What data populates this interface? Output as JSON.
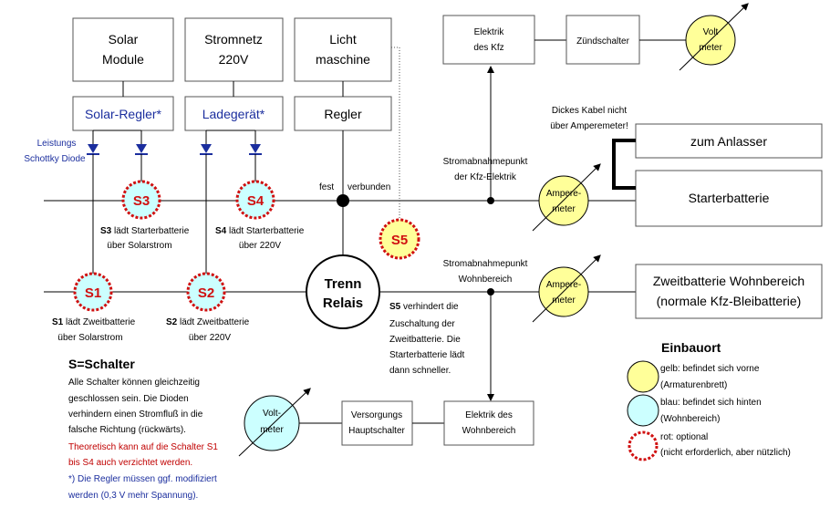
{
  "sources": {
    "solar": [
      "Solar",
      "Module"
    ],
    "mains": [
      "Stromnetz",
      "220V"
    ],
    "alternator": [
      "Licht",
      "maschine"
    ]
  },
  "regulators": {
    "solar": "Solar-Regler*",
    "charger": "Ladegerät*",
    "alternator": "Regler"
  },
  "diode_label": [
    "Leistungs",
    "Schottky Diode"
  ],
  "switches": {
    "s1": "S1",
    "s2": "S2",
    "s3": "S3",
    "s4": "S4",
    "s5": "S5"
  },
  "switch_desc": {
    "s3": {
      "bold": "S3",
      "rest": " lädt Starterbatterie",
      "line2": "über Solarstrom"
    },
    "s4": {
      "bold": "S4",
      "rest": " lädt Starterbatterie",
      "line2": "über 220V"
    },
    "s1": {
      "bold": "S1",
      "rest": " lädt Zweitbatterie",
      "line2": "über Solarstrom"
    },
    "s2": {
      "bold": "S2",
      "rest": " lädt Zweitbatterie",
      "line2": "über 220V"
    },
    "s5": {
      "bold": "S5",
      "rest": " verhindert die",
      "lines": [
        "Zuschaltung der",
        "Zweitbatterie. Die",
        "Starterbatterie lädt",
        "dann schneller."
      ]
    }
  },
  "junction": {
    "left": "fest",
    "right": "verbunden"
  },
  "relay": [
    "Trenn",
    "Relais"
  ],
  "tap_points": {
    "kfz": [
      "Stromabnahmepunkt",
      "der Kfz-Elektrik"
    ],
    "wohn": [
      "Stromabnahmepunkt",
      "Wohnbereich"
    ]
  },
  "top_right": {
    "kfz_elec": [
      "Elektrik",
      "des Kfz"
    ],
    "ignition": "Zündschalter",
    "voltmeter": [
      "Volt",
      "meter"
    ]
  },
  "cable_note": [
    "Dickes Kabel nicht",
    "über Amperemeter!"
  ],
  "ammeter": [
    "Ampere-",
    "meter"
  ],
  "starter_box": "zum Anlasser",
  "starter_battery": "Starterbatterie",
  "second_battery": [
    "Zweitbatterie Wohnbereich",
    "(normale Kfz-Bleibatterie)"
  ],
  "bottom": {
    "voltmeter": [
      "Volt-",
      "meter"
    ],
    "main_switch": [
      "Versorgungs",
      "Hauptschalter"
    ],
    "living_elec": [
      "Elektrik des",
      "Wohnbereich"
    ]
  },
  "notes": {
    "title": "S=Schalter",
    "black": [
      "Alle Schalter können gleichzeitig",
      "geschlossen sein. Die Dioden",
      "verhindern einen Stromfluß in die",
      "falsche Richtung (rückwärts)."
    ],
    "red": [
      "Theoretisch kann auf die Schalter S1",
      "bis S4 auch verzichtet werden."
    ],
    "blue": [
      "*) Die Regler müssen ggf. modifiziert",
      "werden (0,3 V mehr Spannung)."
    ]
  },
  "legend": {
    "title": "Einbauort",
    "items": [
      {
        "line1": "gelb: befindet sich vorne",
        "line2": "(Armaturenbrett)",
        "color": "#ffff99"
      },
      {
        "line1": "blau: befindet sich hinten",
        "line2": "(Wohnbereich)",
        "color": "#ccffff"
      },
      {
        "line1": "rot: optional",
        "line2": "(nicht erforderlich, aber nützlich)",
        "color": "#ffffff"
      }
    ]
  },
  "colors": {
    "yellow": "#ffff99",
    "cyan": "#ccffff",
    "red": "#d01010",
    "blue": "#1b2e9e"
  }
}
